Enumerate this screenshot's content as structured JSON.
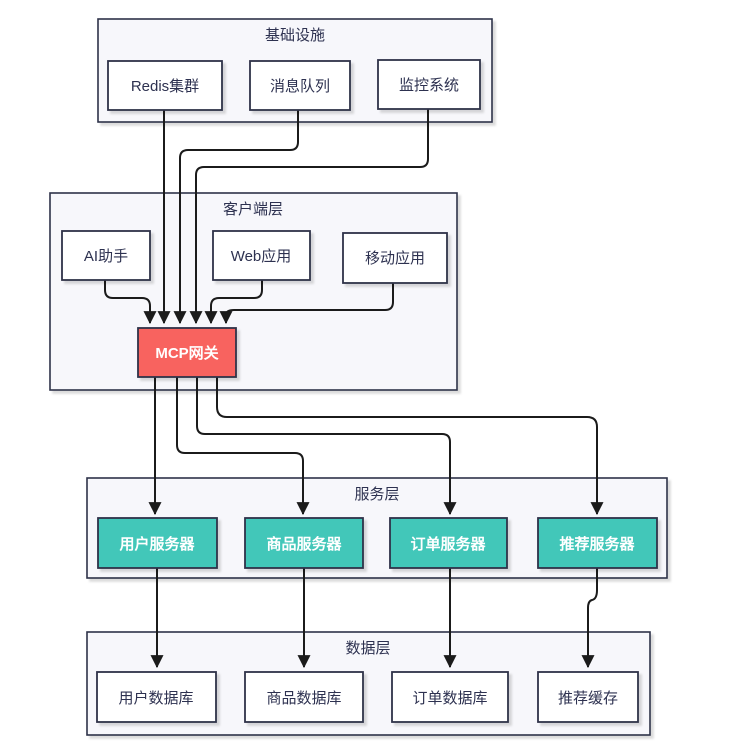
{
  "diagram_type": "architecture-flowchart",
  "containers": {
    "infrastructure": {
      "label": "基础设施"
    },
    "client": {
      "label": "客户端层"
    },
    "service": {
      "label": "服务层"
    },
    "data": {
      "label": "数据层"
    }
  },
  "nodes": {
    "redis": {
      "label": "Redis集群",
      "layer": "基础设施"
    },
    "mq": {
      "label": "消息队列",
      "layer": "基础设施"
    },
    "monitor": {
      "label": "监控系统",
      "layer": "基础设施"
    },
    "ai": {
      "label": "AI助手",
      "layer": "客户端层"
    },
    "web": {
      "label": "Web应用",
      "layer": "客户端层"
    },
    "mobile": {
      "label": "移动应用",
      "layer": "客户端层"
    },
    "mcp": {
      "label": "MCP网关",
      "layer": "客户端层"
    },
    "user_srv": {
      "label": "用户服务器",
      "layer": "服务层"
    },
    "product_srv": {
      "label": "商品服务器",
      "layer": "服务层"
    },
    "order_srv": {
      "label": "订单服务器",
      "layer": "服务层"
    },
    "rec_srv": {
      "label": "推荐服务器",
      "layer": "服务层"
    },
    "user_db": {
      "label": "用户数据库",
      "layer": "数据层"
    },
    "product_db": {
      "label": "商品数据库",
      "layer": "数据层"
    },
    "order_db": {
      "label": "订单数据库",
      "layer": "数据层"
    },
    "rec_cache": {
      "label": "推荐缓存",
      "layer": "数据层"
    }
  },
  "edges": [
    {
      "from": "AI助手",
      "to": "MCP网关"
    },
    {
      "from": "Redis集群",
      "to": "MCP网关"
    },
    {
      "from": "消息队列",
      "to": "MCP网关"
    },
    {
      "from": "监控系统",
      "to": "MCP网关"
    },
    {
      "from": "Web应用",
      "to": "MCP网关"
    },
    {
      "from": "移动应用",
      "to": "MCP网关"
    },
    {
      "from": "MCP网关",
      "to": "用户服务器"
    },
    {
      "from": "MCP网关",
      "to": "商品服务器"
    },
    {
      "from": "MCP网关",
      "to": "订单服务器"
    },
    {
      "from": "MCP网关",
      "to": "推荐服务器"
    },
    {
      "from": "用户服务器",
      "to": "用户数据库"
    },
    {
      "from": "商品服务器",
      "to": "商品数据库"
    },
    {
      "from": "订单服务器",
      "to": "订单数据库"
    },
    {
      "from": "推荐服务器",
      "to": "推荐缓存"
    }
  ],
  "colors": {
    "gateway_fill": "#f8645e",
    "service_fill": "#43c7b9",
    "node_fill": "#ffffff",
    "container_fill": "#f7f7fb",
    "border": "#2f3248",
    "edge": "#1b1b1b",
    "text_dark": "#2d3150",
    "text_light": "#ffffff"
  }
}
